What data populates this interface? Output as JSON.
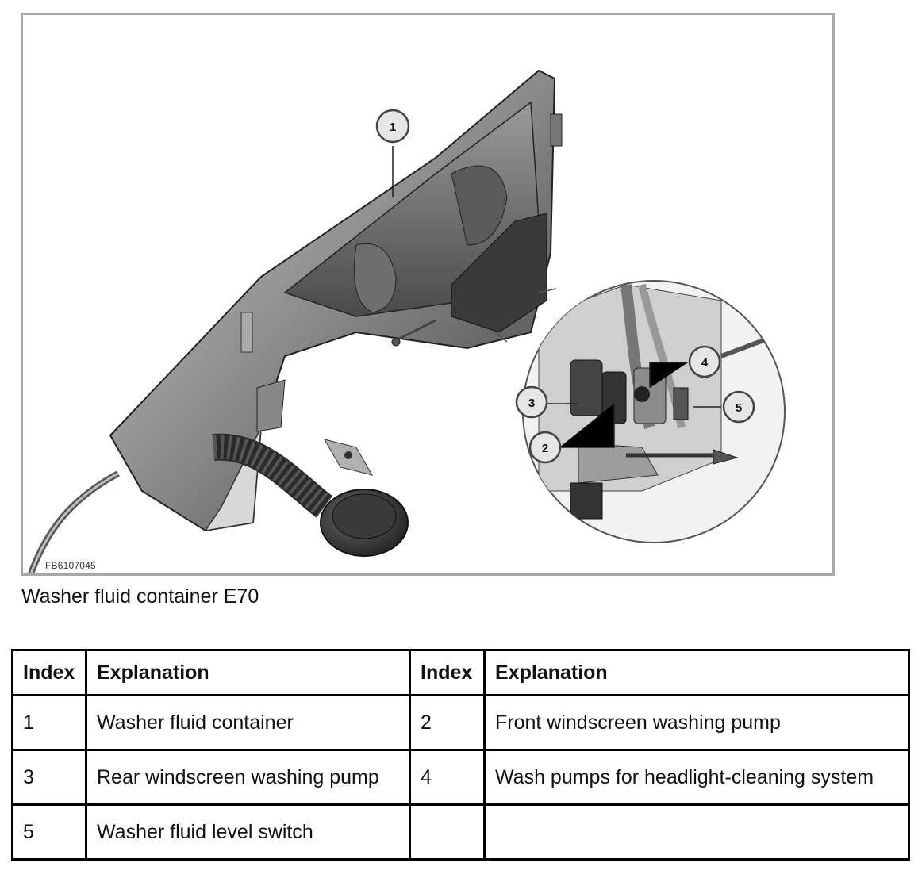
{
  "figure": {
    "code": "FB6107045",
    "callouts": [
      "1",
      "2",
      "3",
      "4",
      "5"
    ]
  },
  "caption": "Washer fluid container E70",
  "table": {
    "headers": [
      "Index",
      "Explanation",
      "Index",
      "Explanation"
    ],
    "rows": [
      [
        "1",
        "Washer fluid container",
        "2",
        "Front windscreen washing pump"
      ],
      [
        "3",
        "Rear windscreen washing pump",
        "4",
        "Wash pumps for headlight-cleaning system"
      ],
      [
        "5",
        "Washer fluid level switch",
        "",
        ""
      ]
    ]
  }
}
